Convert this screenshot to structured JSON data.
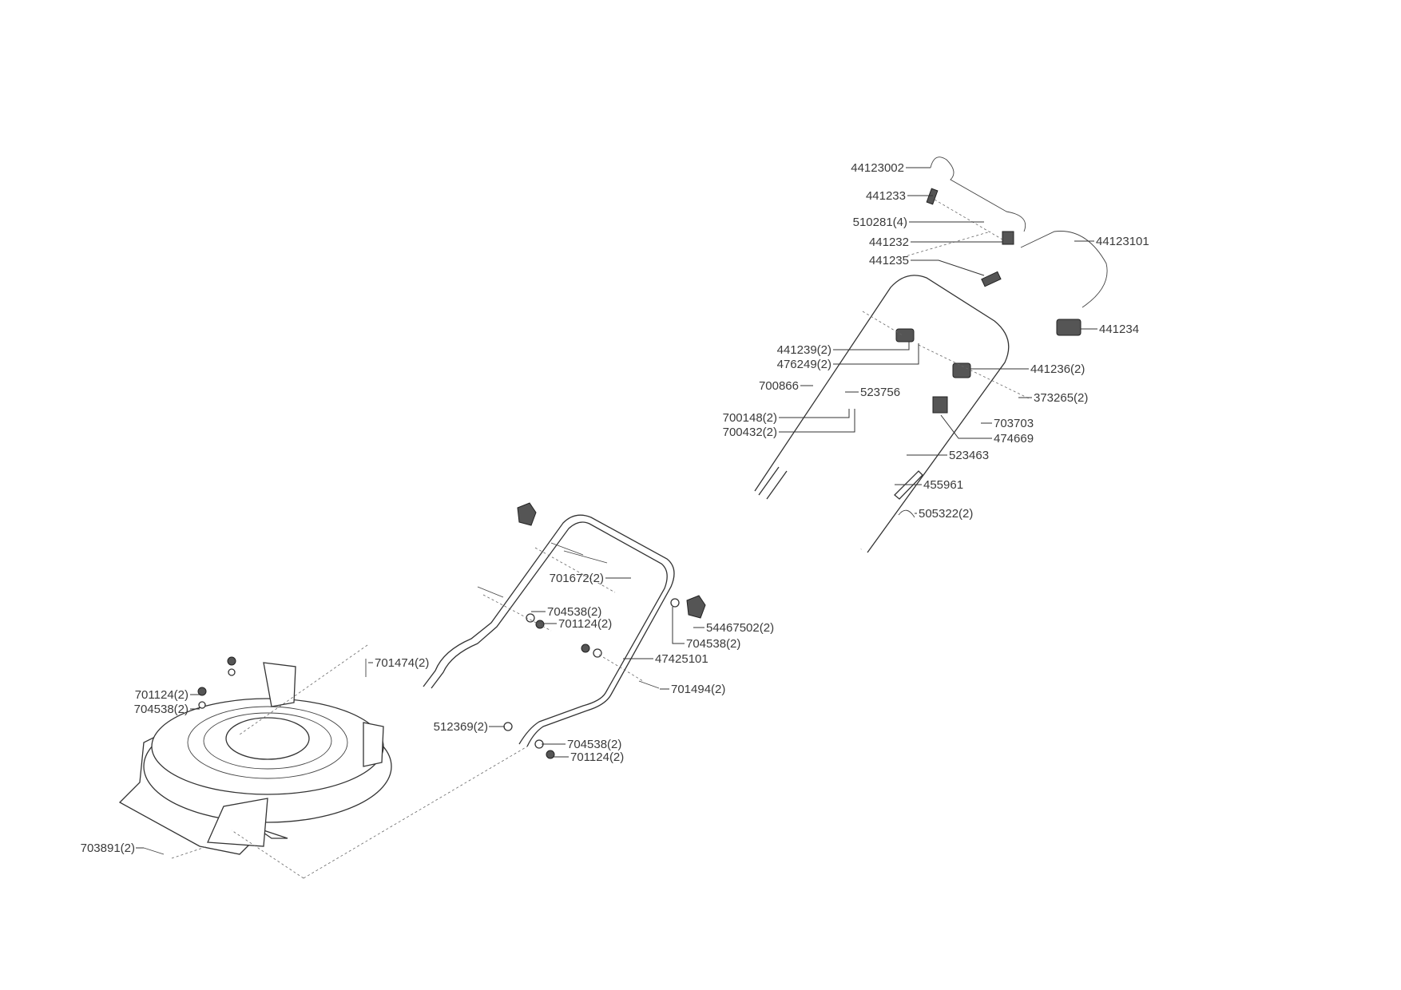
{
  "labels": {
    "cable_upper": "44123002",
    "clip_upper": "441233",
    "screw_510281": "510281(4)",
    "clip_441232": "441232",
    "lever_441235": "441235",
    "cable_lower": "44123101",
    "bracket_441234": "441234",
    "part_441239": "441239(2)",
    "part_476249": "476249(2)",
    "part_441236": "441236(2)",
    "bolt_700866": "700866",
    "part_523756": "523756",
    "screw_373265": "373265(2)",
    "washer_700148": "700148(2)",
    "screw_703703": "703703",
    "nut_700432": "700432(2)",
    "part_474669": "474669",
    "part_523463": "523463",
    "upper_handle": "455961",
    "clip_505322": "505322(2)",
    "bolt_701672": "701672(2)",
    "washer_704538_a": "704538(2)",
    "nut_701124_a": "701124(2)",
    "knob_54467502": "54467502(2)",
    "washer_704538_b": "704538(2)",
    "bolt_701474": "701474(2)",
    "lower_handle": "47425101",
    "bolt_701494": "701494(2)",
    "nut_701124_b": "701124(2)",
    "washer_704538_c": "704538(2)",
    "washer_512369": "512369(2)",
    "washer_704538_d": "704538(2)",
    "nut_701124_c": "701124(2)",
    "screw_703891": "703891(2)"
  }
}
